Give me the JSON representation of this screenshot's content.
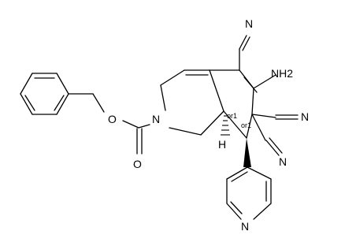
{
  "atom_labels": {
    "n_ring": "N",
    "n_pyridine": "N",
    "o_ester": "O",
    "o_carbonyl": "O",
    "n_cyano_top": "N",
    "n_cyano_right": "N",
    "n_cyano_lower": "N",
    "nh2": "NH2",
    "h_stereo": "H"
  },
  "stereo_labels": {
    "c8a": "or1",
    "c8": "or1"
  }
}
